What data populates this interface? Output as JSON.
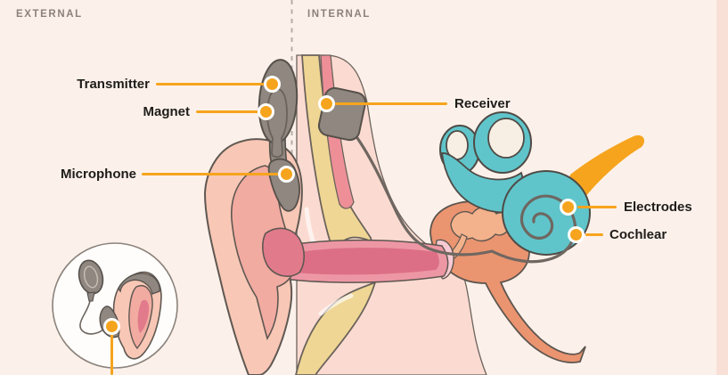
{
  "header": {
    "external": "EXTERNAL",
    "internal": "INTERNAL"
  },
  "labels": {
    "transmitter": "Transmitter",
    "magnet": "Magnet",
    "microphone": "Microphone",
    "receiver": "Receiver",
    "electrodes": "Electrodes",
    "cochlear": "Cochlear"
  },
  "colors": {
    "accent": "#F6A41D",
    "bg": "#FCF1EA",
    "bg-edge": "#F8E0D7",
    "label-text": "#1E1C1A",
    "header-text": "#8D827B",
    "teal": "#5FC5CA",
    "device-gray": "#8F8780"
  }
}
